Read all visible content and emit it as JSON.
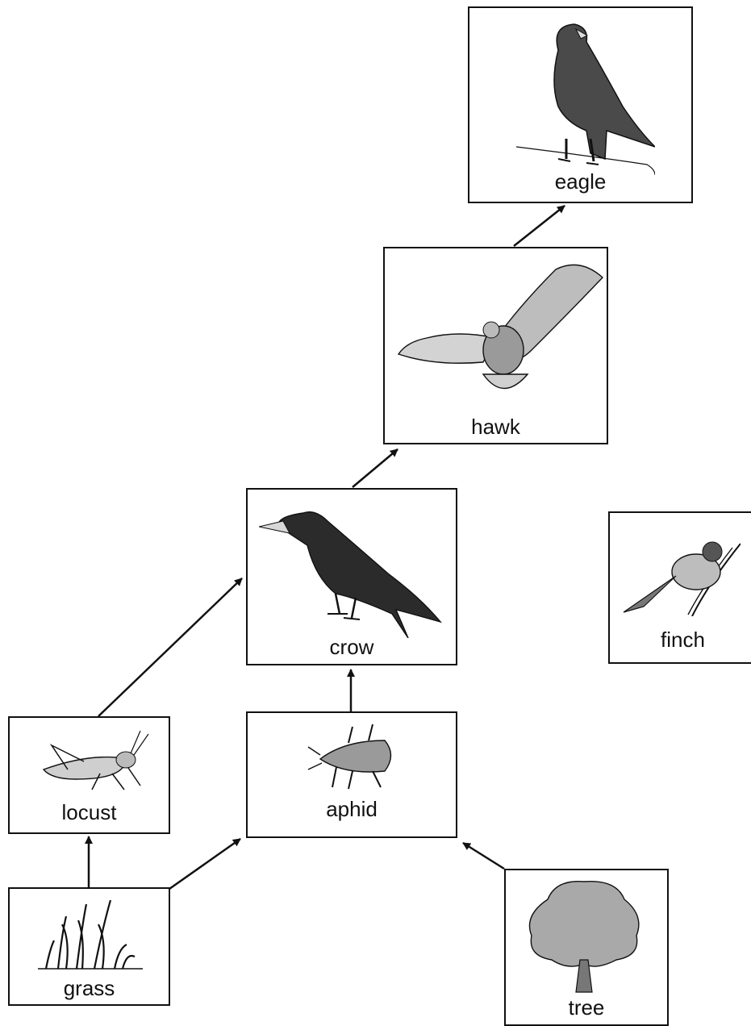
{
  "organisms": {
    "eagle": {
      "label": "eagle",
      "icon": "eagle-icon"
    },
    "hawk": {
      "label": "hawk",
      "icon": "hawk-icon"
    },
    "crow": {
      "label": "crow",
      "icon": "crow-icon"
    },
    "finch": {
      "label": "finch",
      "icon": "finch-icon"
    },
    "locust": {
      "label": "locust",
      "icon": "locust-icon"
    },
    "aphid": {
      "label": "aphid",
      "icon": "aphid-icon"
    },
    "grass": {
      "label": "grass",
      "icon": "grass-icon"
    },
    "tree": {
      "label": "tree",
      "icon": "tree-icon"
    }
  },
  "links": [
    {
      "from": "grass",
      "to": "locust"
    },
    {
      "from": "grass",
      "to": "aphid"
    },
    {
      "from": "tree",
      "to": "aphid"
    },
    {
      "from": "locust",
      "to": "crow"
    },
    {
      "from": "aphid",
      "to": "crow"
    },
    {
      "from": "crow",
      "to": "hawk"
    },
    {
      "from": "hawk",
      "to": "eagle"
    }
  ]
}
